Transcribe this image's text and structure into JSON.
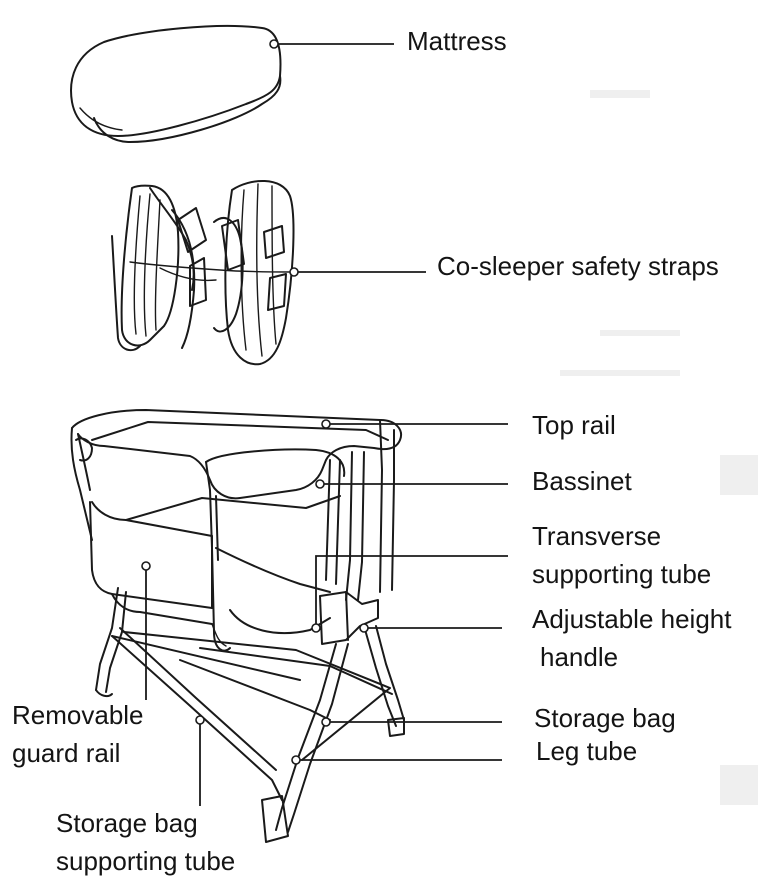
{
  "labels": {
    "mattress": "Mattress",
    "co_sleeper_straps": "Co-sleeper safety straps",
    "top_rail": "Top rail",
    "bassinet": "Bassinet",
    "transverse_line1": "Transverse",
    "transverse_line2": "supporting tube",
    "adjustable_line1": "Adjustable height",
    "adjustable_line2": "handle",
    "storage_bag": "Storage bag",
    "leg_tube": "Leg tube",
    "removable_line1": "Removable",
    "removable_line2": "guard rail",
    "storage_tube_line1": "Storage bag",
    "storage_tube_line2": "supporting tube"
  },
  "colors": {
    "ink": "#1a1a1a",
    "background": "#ffffff",
    "text": "#141414"
  }
}
